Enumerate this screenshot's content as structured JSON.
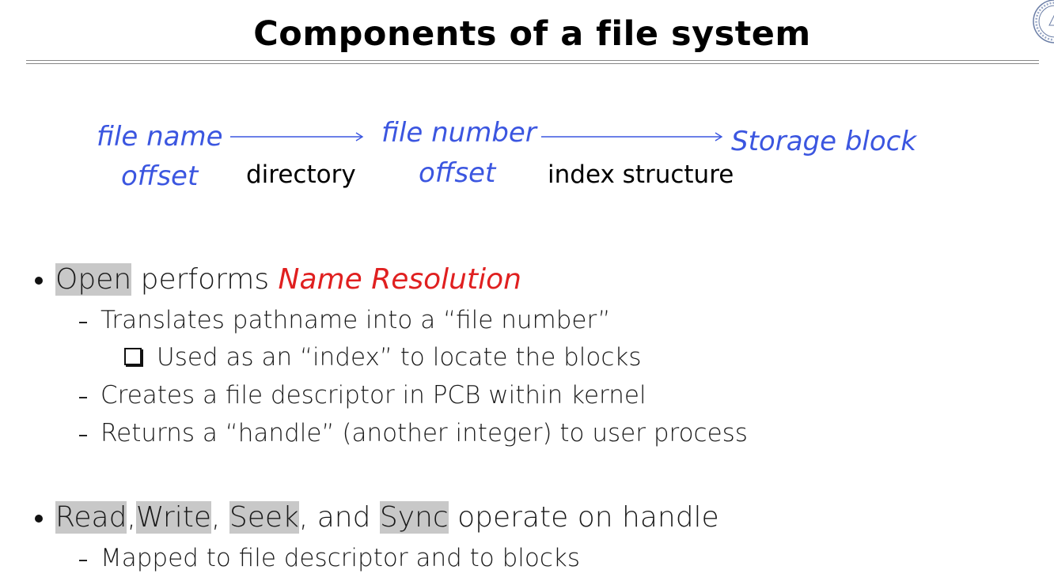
{
  "slide": {
    "title": "Components of a file system"
  },
  "diagram": {
    "node1_line1": "file name",
    "node1_line2": "offset",
    "edge1_label": "directory",
    "node2_line1": "file number",
    "node2_line2": "offset",
    "edge2_label": "index structure",
    "node3": "Storage block",
    "accent_color": "#3b56e0"
  },
  "bullets": [
    {
      "parts": {
        "open": "Open",
        "performs": " performs ",
        "name_resolution": "Name Resolution"
      },
      "subitems": [
        {
          "text": "Translates pathname into a “file number”",
          "subsubitems": [
            "Used as an “index” to locate the blocks"
          ]
        },
        {
          "text": "Creates a file descriptor in PCB within kernel"
        },
        {
          "text": "Returns a “handle” (another integer) to user process"
        }
      ]
    },
    {
      "parts": {
        "read": "Read",
        "sep1": ",",
        "write": "Write",
        "sep2": ", ",
        "seek": "Seek",
        "sep3": ", and ",
        "sync": "Sync",
        "rest": " operate on handle"
      },
      "subitems": [
        {
          "text": "Mapped to file descriptor and to blocks"
        }
      ]
    }
  ],
  "colors": {
    "highlight": "#c8c8c8",
    "emphasis_red": "#e02020"
  }
}
